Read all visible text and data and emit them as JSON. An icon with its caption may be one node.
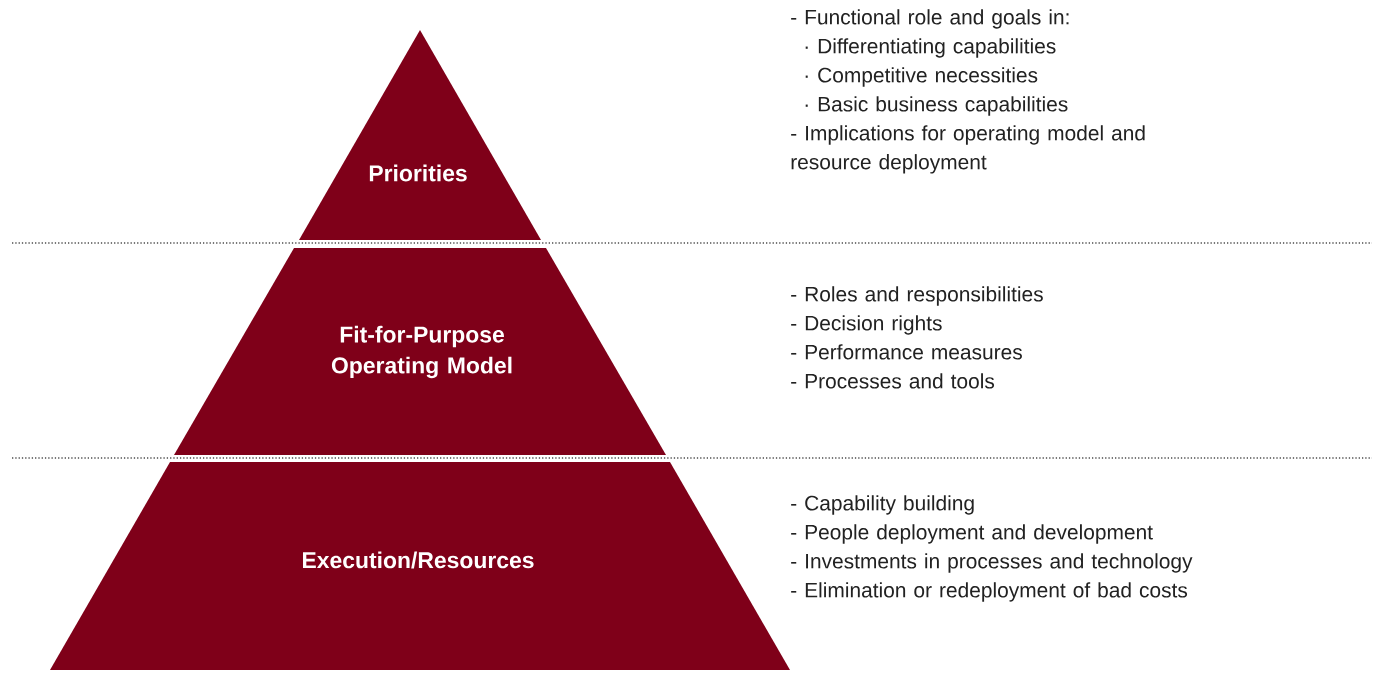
{
  "diagram": {
    "nodes": [
      {
        "text": [
          "Priorities"
        ],
        "beside": [
          "- Functional role and goals in:",
          "· Differentiating capabilities",
          "· Competitive necessities",
          "· Basic business capabilities",
          "- Implications for operating model and resource deployment"
        ]
      },
      {
        "text": [
          "Fit-for-Purpose Operating Model"
        ],
        "beside": [
          "- Roles and responsibilities",
          "- Decision rights",
          "- Performance measures",
          "- Processes and tools"
        ]
      },
      {
        "text": [
          "Execution/Resources"
        ],
        "beside": [
          "- Capability building",
          "- People deployment and development",
          "- Investments in processes and technology",
          "- Elimination or redeployment of bad costs"
        ]
      }
    ]
  }
}
